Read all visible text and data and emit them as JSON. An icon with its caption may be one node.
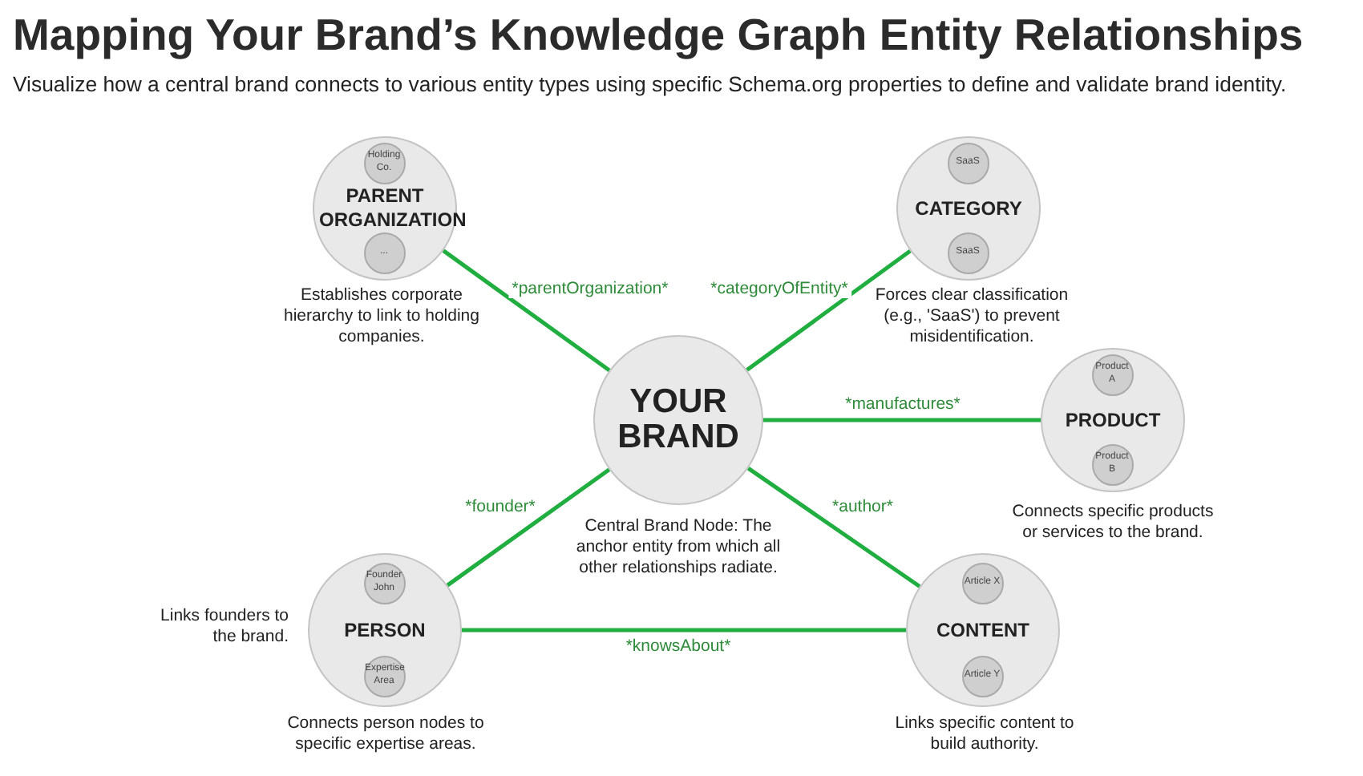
{
  "diagram": {
    "title": "Mapping Your Brand’s Knowledge Graph Entity Relationships",
    "caption": "Visualize how a central brand connects to various entity types using specific Schema.org properties to define and validate brand identity.",
    "nodes": [
      {
        "text": [
          "PARENT ORGANIZATION"
        ],
        "beside": [
          "Establishes corporate hierarchy to link to holding companies."
        ]
      },
      {
        "text": [
          "Holding Co."
        ],
        "in": 0
      },
      {
        "text": [
          "..."
        ],
        "in": 0
      },
      {
        "text": [
          "CATEGORY"
        ],
        "beside": [
          "Forces clear classification (e.g., 'SaaS') to prevent misidentification."
        ]
      },
      {
        "text": [
          "SaaS"
        ],
        "in": 3
      },
      {
        "text": [
          "SaaS"
        ],
        "in": 3
      },
      {
        "text": [
          "YOUR BRAND"
        ],
        "beside": [
          "Central Brand Node: The anchor entity from which all other relationships radiate."
        ]
      },
      {
        "text": [
          "PRODUCT"
        ],
        "beside": [
          "Connects specific products or services to the brand."
        ]
      },
      {
        "text": [
          "Product A"
        ],
        "in": 7
      },
      {
        "text": [
          "Product B"
        ],
        "in": 7
      },
      {
        "text": [
          "PERSON"
        ],
        "beside": [
          "Links founders to the brand.",
          "Connects person nodes to specific expertise areas."
        ]
      },
      {
        "text": [
          "Founder John"
        ],
        "in": 10
      },
      {
        "text": [
          "Expertise Area"
        ],
        "in": 10
      },
      {
        "text": [
          "CONTENT"
        ],
        "beside": [
          "Links specific content to build authority."
        ]
      },
      {
        "text": [
          "Article X"
        ],
        "in": 13
      },
      {
        "text": [
          "Article Y"
        ],
        "in": 13
      }
    ],
    "edges": [
      {
        "from": 6,
        "to": 0,
        "arrow": "none",
        "label": "*parentOrganization*"
      },
      {
        "from": 6,
        "to": 3,
        "arrow": "none",
        "label": "*categoryOfEntity*"
      },
      {
        "from": 6,
        "to": 7,
        "arrow": "none",
        "label": "*manufactures*"
      },
      {
        "from": 6,
        "to": 10,
        "arrow": "none",
        "label": "*founder*"
      },
      {
        "from": 6,
        "to": 13,
        "arrow": "none",
        "label": "*author*"
      },
      {
        "from": 10,
        "to": 13,
        "arrow": "none",
        "label": "*knowsAbout*"
      }
    ]
  }
}
